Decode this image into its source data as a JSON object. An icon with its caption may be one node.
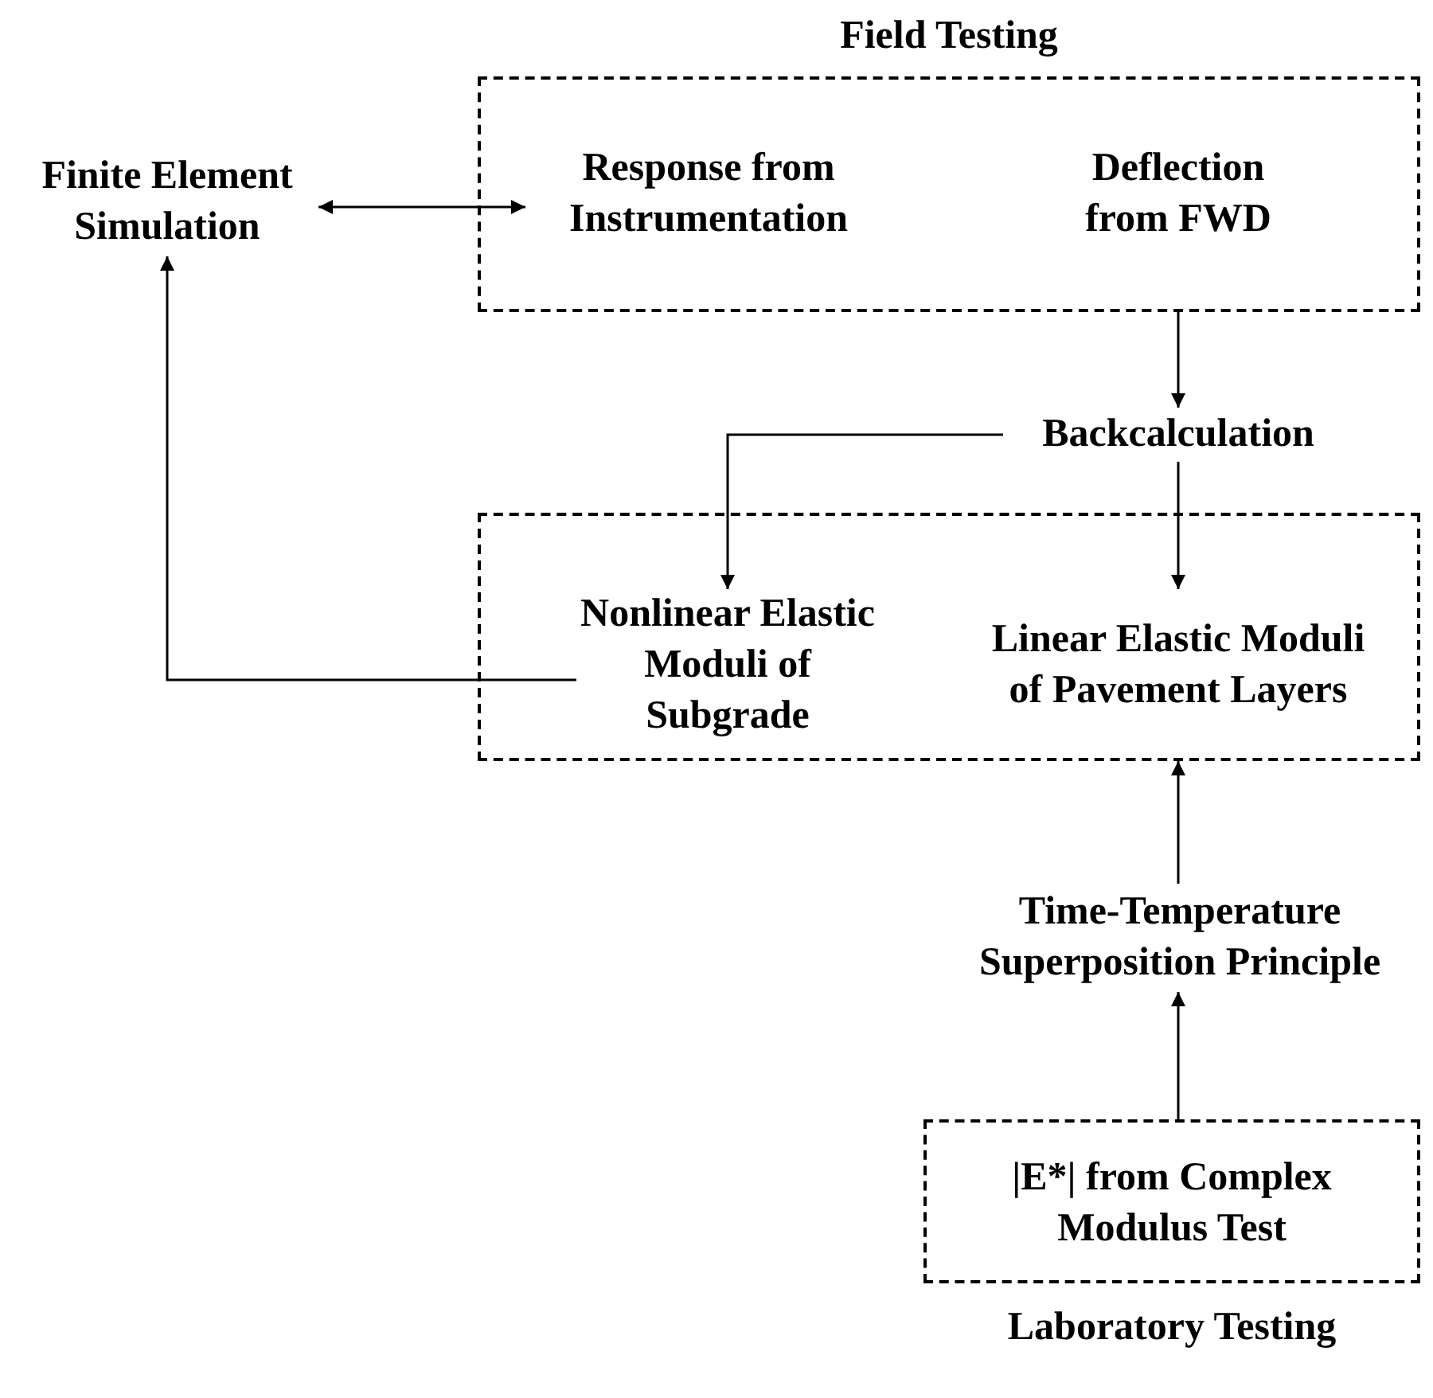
{
  "diagram": {
    "nodes": [
      {
        "text": [
          "Field Testing"
        ]
      },
      {
        "text": [
          "Response from Instrumentation"
        ],
        "in": 0
      },
      {
        "text": [
          "Deflection from FWD"
        ],
        "in": 0
      },
      {
        "text": [
          "Finite Element Simulation"
        ]
      },
      {
        "text": [
          "Backcalculation"
        ]
      },
      {
        "text": [],
        "shape": "box"
      },
      {
        "text": [
          "Nonlinear Elastic Moduli of Subgrade"
        ],
        "in": 5
      },
      {
        "text": [
          "Linear Elastic Moduli of Pavement Layers"
        ],
        "in": 5
      },
      {
        "text": [
          "Time-Temperature Superposition Principle"
        ]
      },
      {
        "text": [
          "Laboratory Testing"
        ]
      },
      {
        "text": [
          "|E*| from Complex Modulus Test"
        ],
        "in": 9
      }
    ],
    "edges": [
      {
        "from": 3,
        "to": 1,
        "arrow": "both"
      },
      {
        "from": 0,
        "to": 4,
        "arrow": "to"
      },
      {
        "from": 4,
        "to": 6,
        "arrow": "to"
      },
      {
        "from": 4,
        "to": 7,
        "arrow": "to"
      },
      {
        "from": 6,
        "to": 3,
        "arrow": "to"
      },
      {
        "from": 8,
        "to": 5,
        "arrow": "to"
      },
      {
        "from": 9,
        "to": 8,
        "arrow": "to"
      }
    ]
  }
}
